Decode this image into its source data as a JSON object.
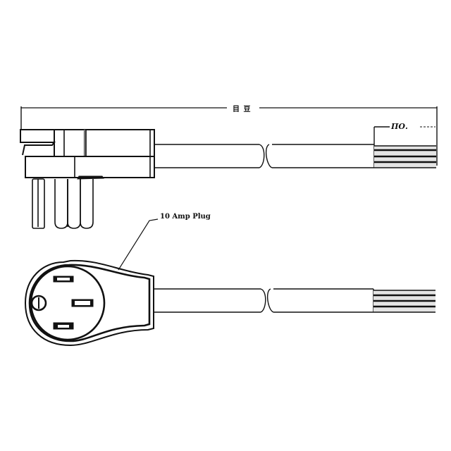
{
  "diagram": {
    "type": "technical-drawing",
    "subject": "Power cord with angled plug (side view and front view)",
    "colors": {
      "line": "#111111",
      "background": "#ffffff",
      "shade": "#d8d8d8"
    },
    "labels": {
      "overall_length": "目 豆",
      "strip_length": "ПО.",
      "plug_callout": "10 Amp Plug"
    },
    "views": [
      {
        "id": "side-view",
        "description": "Side view of angled plug with three prongs and cord with break marks and stripped wire ends"
      },
      {
        "id": "front-view",
        "description": "Front face of plug showing three slots and round ground pin, cord with break marks and stripped wire ends"
      }
    ],
    "wire_ends": {
      "count": 4
    }
  }
}
